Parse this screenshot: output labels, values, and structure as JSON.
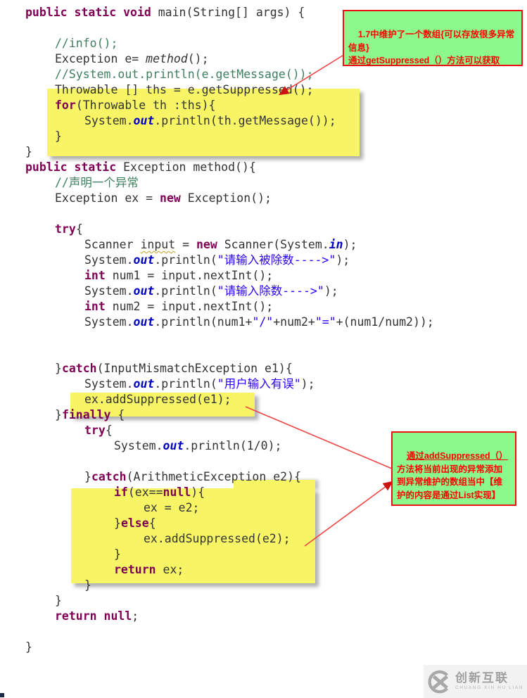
{
  "colors": {
    "callout_fill": "#8cf98c",
    "callout_border": "#ee1111",
    "callout_text": "#ff0000",
    "highlight_fill": "#f7f566",
    "arrow": "#ef4444",
    "keyword": "#7f0055",
    "comment": "#3f7f5f",
    "string": "#2a00ff",
    "static_field": "#0000c0"
  },
  "notes": {
    "note1": "1.7中维护了一个数组{可以存放很多异常信息}\n通过getSuppressed（）方法可以获取",
    "note2_line1": "通过addSuppressed（）",
    "note2_rest": "方法将当前出现的异常添加到异常维护的数组当中【维护的内容是通过List实现】"
  },
  "watermark": {
    "name": "创新互联",
    "sub": "CHUANG XIN HU LIAN"
  },
  "code": {
    "lines": [
      {
        "indent": 0,
        "seg": [
          [
            "kw",
            "public static void "
          ],
          [
            "def",
            "main(String[] args) {"
          ]
        ]
      },
      {
        "indent": 0,
        "seg": []
      },
      {
        "indent": 1,
        "seg": [
          [
            "com",
            "//info();"
          ]
        ]
      },
      {
        "indent": 1,
        "seg": [
          [
            "def",
            "Exception e= "
          ],
          [
            "it",
            "method"
          ],
          [
            "def",
            "();"
          ]
        ]
      },
      {
        "indent": 1,
        "seg": [
          [
            "com",
            "//System.out.println(e.getMessage());"
          ]
        ]
      },
      {
        "indent": 1,
        "seg": [
          [
            "def",
            "Throwable [] ths = e.getSuppressed();"
          ]
        ]
      },
      {
        "indent": 1,
        "seg": [
          [
            "kw",
            "for"
          ],
          [
            "def",
            "(Throwable th :ths){"
          ]
        ]
      },
      {
        "indent": 2,
        "seg": [
          [
            "def",
            "System."
          ],
          [
            "sf",
            "out"
          ],
          [
            "def",
            ".println(th.getMessage());"
          ]
        ]
      },
      {
        "indent": 1,
        "seg": [
          [
            "def",
            "}"
          ]
        ]
      },
      {
        "indent": 0,
        "seg": [
          [
            "def",
            "}"
          ]
        ]
      },
      {
        "indent": 0,
        "seg": [
          [
            "kw",
            "public static "
          ],
          [
            "def",
            "Exception method(){"
          ]
        ]
      },
      {
        "indent": 1,
        "seg": [
          [
            "com",
            "//声明一个异常"
          ]
        ]
      },
      {
        "indent": 1,
        "seg": [
          [
            "def",
            "Exception ex = "
          ],
          [
            "kw",
            "new"
          ],
          [
            "def",
            " Exception();"
          ]
        ]
      },
      {
        "indent": 0,
        "seg": []
      },
      {
        "indent": 1,
        "seg": [
          [
            "kw",
            "try"
          ],
          [
            "def",
            "{"
          ]
        ]
      },
      {
        "indent": 2,
        "seg": [
          [
            "def",
            "Scanner "
          ],
          [
            "sq",
            "input"
          ],
          [
            "def",
            " = "
          ],
          [
            "kw",
            "new"
          ],
          [
            "def",
            " Scanner(System."
          ],
          [
            "sf",
            "in"
          ],
          [
            "def",
            ");"
          ]
        ]
      },
      {
        "indent": 2,
        "seg": [
          [
            "def",
            "System."
          ],
          [
            "sf",
            "out"
          ],
          [
            "def",
            ".println("
          ],
          [
            "str",
            "\"请输入被除数---->\""
          ],
          [
            "def",
            ");"
          ]
        ]
      },
      {
        "indent": 2,
        "seg": [
          [
            "kw",
            "int"
          ],
          [
            "def",
            " num1 = input.nextInt();"
          ]
        ]
      },
      {
        "indent": 2,
        "seg": [
          [
            "def",
            "System."
          ],
          [
            "sf",
            "out"
          ],
          [
            "def",
            ".println("
          ],
          [
            "str",
            "\"请输入除数---->\""
          ],
          [
            "def",
            ");"
          ]
        ]
      },
      {
        "indent": 2,
        "seg": [
          [
            "kw",
            "int"
          ],
          [
            "def",
            " num2 = input.nextInt();"
          ]
        ]
      },
      {
        "indent": 2,
        "seg": [
          [
            "def",
            "System."
          ],
          [
            "sf",
            "out"
          ],
          [
            "def",
            ".println(num1+"
          ],
          [
            "str",
            "\"/\""
          ],
          [
            "def",
            "+num2+"
          ],
          [
            "str",
            "\"=\""
          ],
          [
            "def",
            "+(num1/num2));"
          ]
        ]
      },
      {
        "indent": 0,
        "seg": []
      },
      {
        "indent": 0,
        "seg": []
      },
      {
        "indent": 1,
        "seg": [
          [
            "def",
            "}"
          ],
          [
            "kw",
            "catch"
          ],
          [
            "def",
            "(InputMismatchException e1){"
          ]
        ]
      },
      {
        "indent": 2,
        "seg": [
          [
            "def",
            "System."
          ],
          [
            "sf",
            "out"
          ],
          [
            "def",
            ".println("
          ],
          [
            "str",
            "\"用户输入有误\""
          ],
          [
            "def",
            ");"
          ]
        ]
      },
      {
        "indent": 2,
        "seg": [
          [
            "def",
            "ex.addSuppressed(e1);"
          ]
        ]
      },
      {
        "indent": 1,
        "seg": [
          [
            "def",
            "}"
          ],
          [
            "kw",
            "finally"
          ],
          [
            "def",
            " {"
          ]
        ]
      },
      {
        "indent": 2,
        "seg": [
          [
            "kw",
            "try"
          ],
          [
            "def",
            "{"
          ]
        ]
      },
      {
        "indent": 3,
        "seg": [
          [
            "def",
            "System."
          ],
          [
            "sf",
            "out"
          ],
          [
            "def",
            ".println(1/0);"
          ]
        ]
      },
      {
        "indent": 0,
        "seg": []
      },
      {
        "indent": 2,
        "seg": [
          [
            "def",
            "}"
          ],
          [
            "kw",
            "catch"
          ],
          [
            "def",
            "(ArithmeticException e2){"
          ]
        ]
      },
      {
        "indent": 3,
        "seg": [
          [
            "kw",
            "if"
          ],
          [
            "def",
            "(ex=="
          ],
          [
            "kw",
            "null"
          ],
          [
            "def",
            "){"
          ]
        ]
      },
      {
        "indent": 4,
        "seg": [
          [
            "def",
            "ex = e2;"
          ]
        ]
      },
      {
        "indent": 3,
        "seg": [
          [
            "def",
            "}"
          ],
          [
            "kw",
            "else"
          ],
          [
            "def",
            "{"
          ]
        ]
      },
      {
        "indent": 4,
        "seg": [
          [
            "def",
            "ex.addSuppressed(e2);"
          ]
        ]
      },
      {
        "indent": 3,
        "seg": [
          [
            "def",
            "}"
          ]
        ]
      },
      {
        "indent": 3,
        "seg": [
          [
            "kw",
            "return"
          ],
          [
            "def",
            " ex;"
          ]
        ]
      },
      {
        "indent": 2,
        "seg": [
          [
            "def",
            "}"
          ]
        ]
      },
      {
        "indent": 1,
        "seg": [
          [
            "def",
            "}"
          ]
        ]
      },
      {
        "indent": 1,
        "seg": [
          [
            "kw",
            "return null"
          ],
          [
            "def",
            ";"
          ]
        ]
      },
      {
        "indent": 0,
        "seg": []
      },
      {
        "indent": 0,
        "seg": [
          [
            "def",
            "}"
          ]
        ]
      }
    ]
  }
}
